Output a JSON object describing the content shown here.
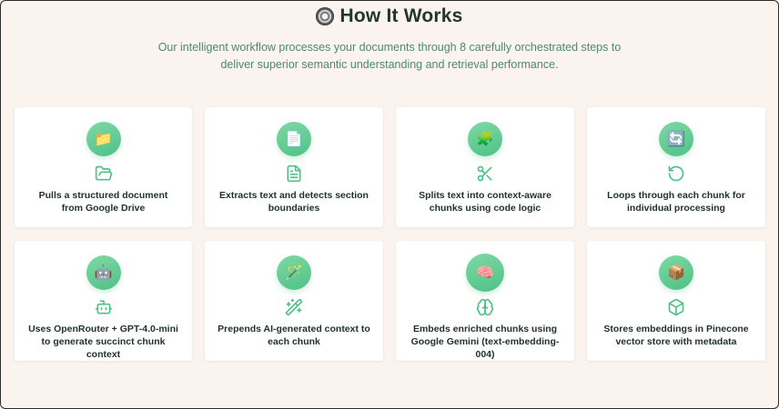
{
  "header": {
    "title": "How It Works",
    "title_icon": "gear-icon",
    "subtitle": "Our intelligent workflow processes your documents through 8 carefully orchestrated steps to deliver superior semantic understanding and retrieval performance."
  },
  "steps": [
    {
      "emoji": "📁",
      "icon": "folder-open-icon",
      "text": "Pulls a structured document from Google Drive"
    },
    {
      "emoji": "📄",
      "icon": "file-text-icon",
      "text": "Extracts text and detects section boundaries"
    },
    {
      "emoji": "🧩",
      "icon": "scissors-icon",
      "text": "Splits text into context-aware chunks using code logic"
    },
    {
      "emoji": "🔄",
      "icon": "rotate-ccw-icon",
      "text": "Loops through each chunk for individual processing"
    },
    {
      "emoji": "🤖",
      "icon": "bot-icon",
      "text": "Uses OpenRouter + GPT-4.0-mini to generate succinct chunk context"
    },
    {
      "emoji": "🪄",
      "icon": "wand-sparkles-icon",
      "text": "Prepends AI-generated context to each chunk"
    },
    {
      "emoji": "🧠",
      "icon": "brain-icon",
      "text": "Embeds enriched chunks using Google Gemini (text-embedding-004)"
    },
    {
      "emoji": "📦",
      "icon": "box-icon",
      "text": "Stores embeddings in Pinecone vector store with metadata"
    }
  ],
  "colors": {
    "background": "#faf3ee",
    "accent": "#4fc187",
    "heading": "#22362b",
    "subtitle": "#4d8a6a"
  }
}
